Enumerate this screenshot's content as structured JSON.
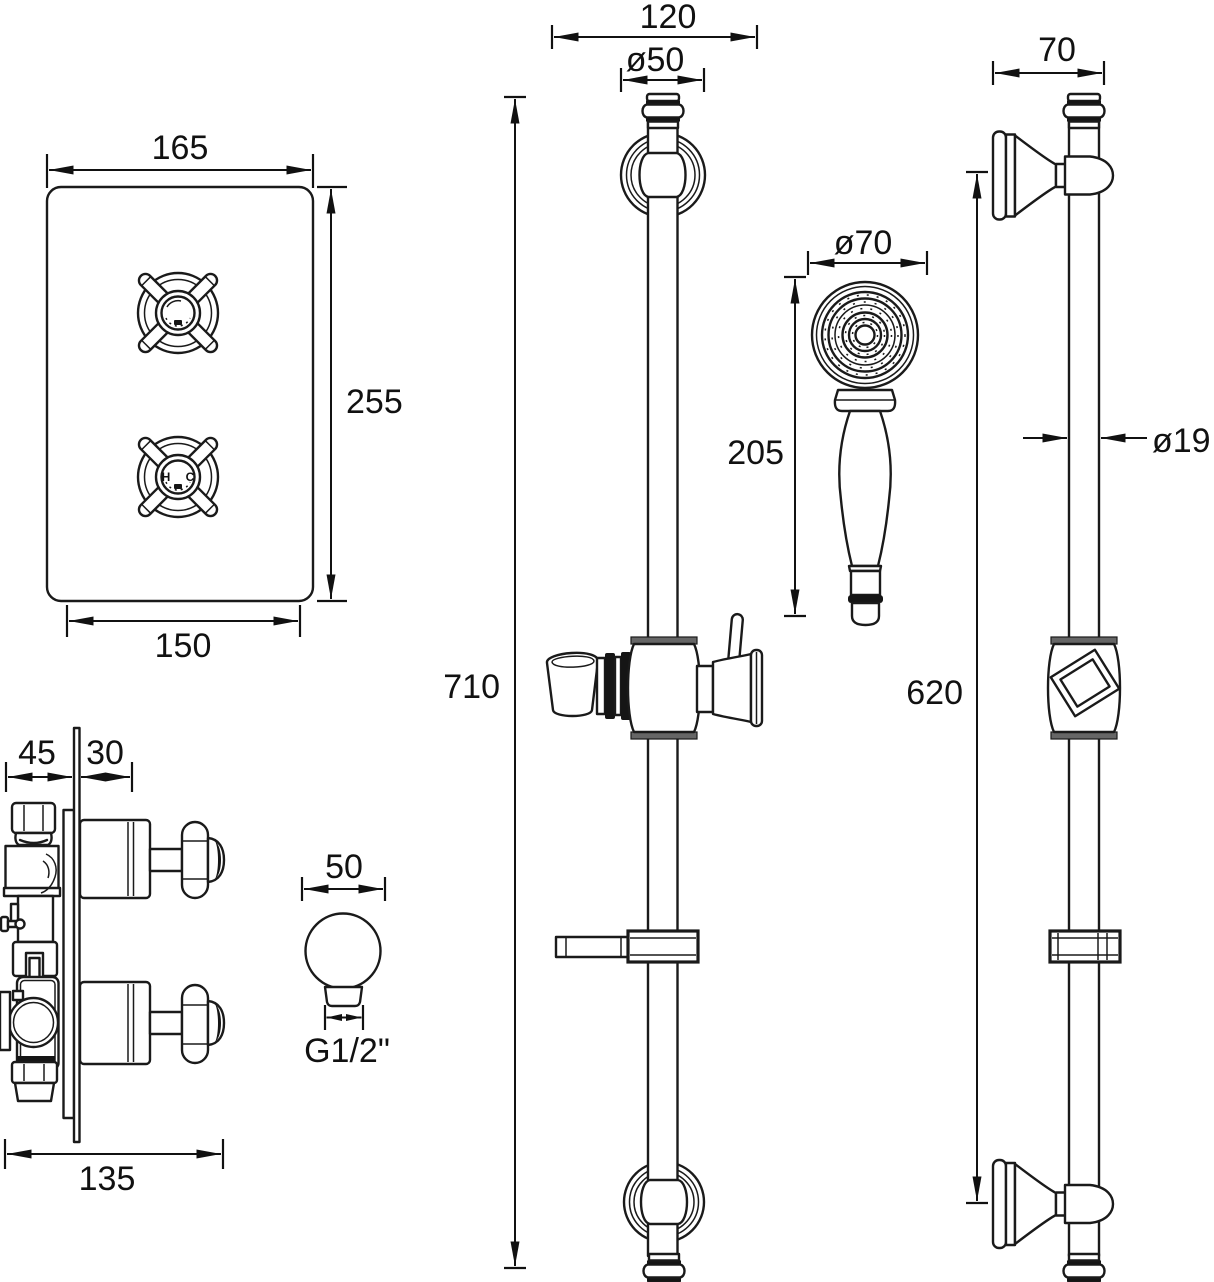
{
  "drawing": {
    "faceplate": {
      "width": "165",
      "height": "255",
      "fixing_centres": "150",
      "hot": "H",
      "cold": "C"
    },
    "valve_side": {
      "depth_behind_wall": "45",
      "depth_in_front": "30",
      "overall_width": "135"
    },
    "outlet": {
      "diameter": "50",
      "connection": "G1/2\""
    },
    "rail_front": {
      "top_bracket_width": "120",
      "rose_diameter": "ø50",
      "overall_length": "710"
    },
    "handset": {
      "head_diameter": "ø70",
      "length": "205"
    },
    "rail_side": {
      "bracket_projection": "70",
      "bracket_centres": "620",
      "tube_diameter": "ø19"
    },
    "colors": {
      "line": "#1a1a1a",
      "dark": "#151515",
      "band": "#666666",
      "background": "#ffffff"
    }
  }
}
